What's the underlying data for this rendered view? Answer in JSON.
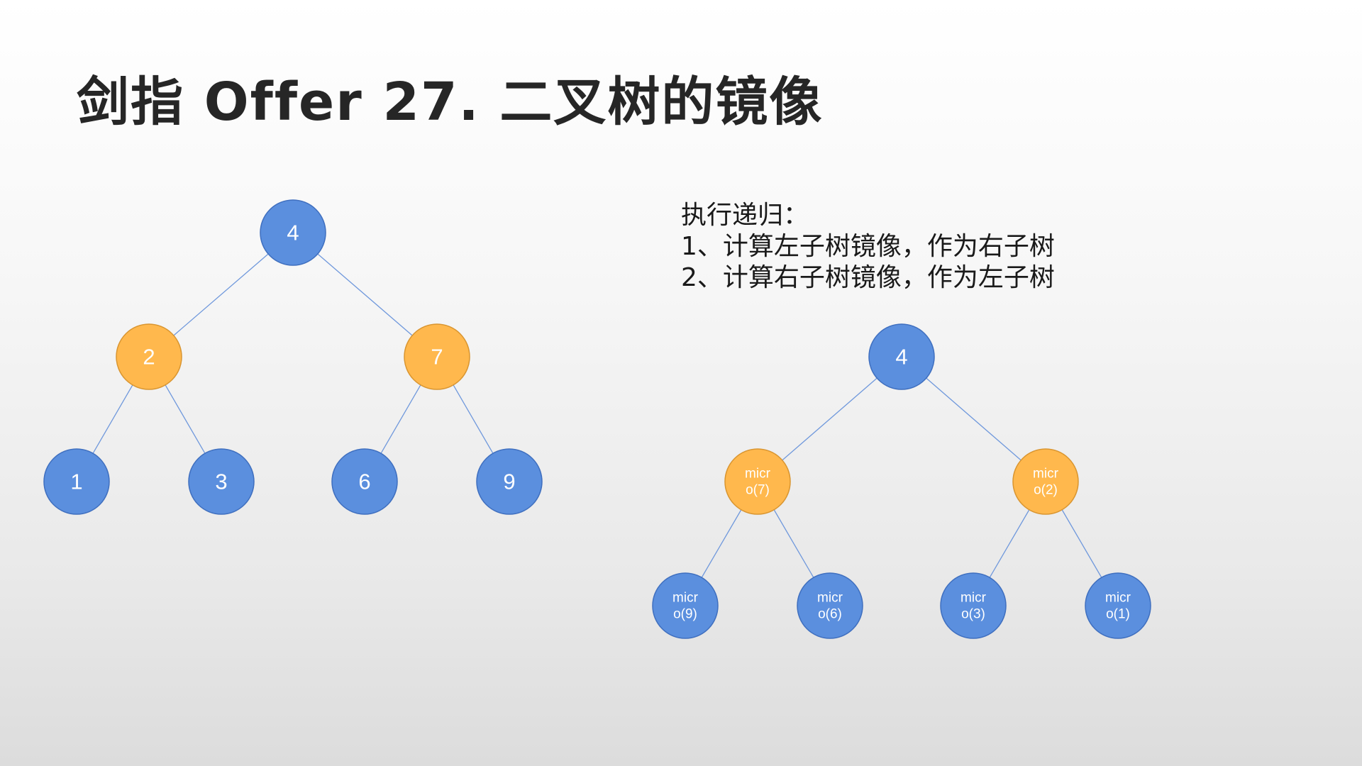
{
  "title": "剑指 Offer 27. 二叉树的镜像",
  "description": {
    "heading": "执行递归：",
    "steps": [
      "1、计算左子树镜像，作为右子树",
      "2、计算右子树镜像，作为左子树"
    ]
  },
  "colors": {
    "blue_fill": "#5b8fde",
    "blue_stroke": "#3f6fbf",
    "orange_fill": "#ffb84d",
    "orange_stroke": "#d99530",
    "edge": "#6f98dc"
  },
  "original_tree": {
    "root": {
      "label": "4",
      "color": "blue"
    },
    "left": {
      "label": "2",
      "color": "orange"
    },
    "right": {
      "label": "7",
      "color": "orange"
    },
    "leaves": [
      {
        "label": "1",
        "color": "blue"
      },
      {
        "label": "3",
        "color": "blue"
      },
      {
        "label": "6",
        "color": "blue"
      },
      {
        "label": "9",
        "color": "blue"
      }
    ]
  },
  "mirrored_tree": {
    "root": {
      "label": "4",
      "color": "blue"
    },
    "left": {
      "line1": "micr",
      "line2": "o(7)",
      "color": "orange"
    },
    "right": {
      "line1": "micr",
      "line2": "o(2)",
      "color": "orange"
    },
    "leaves": [
      {
        "line1": "micr",
        "line2": "o(9)",
        "color": "blue"
      },
      {
        "line1": "micr",
        "line2": "o(6)",
        "color": "blue"
      },
      {
        "line1": "micr",
        "line2": "o(3)",
        "color": "blue"
      },
      {
        "line1": "micr",
        "line2": "o(1)",
        "color": "blue"
      }
    ]
  }
}
